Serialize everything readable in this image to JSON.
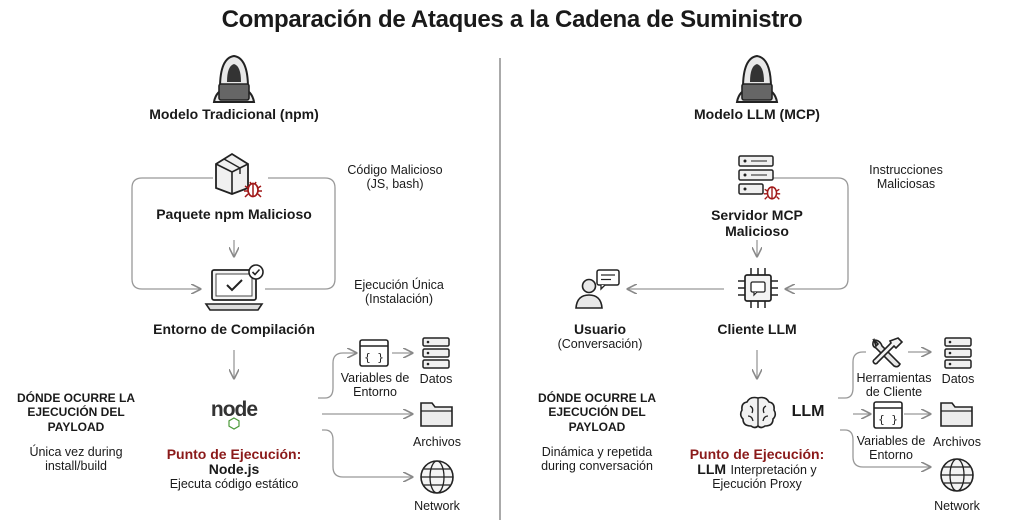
{
  "title": "Comparación de Ataques a la Cadena de Suministro",
  "left": {
    "heading": "Modelo Tradicional (npm)",
    "package_label": "Paquete npm Malicioso",
    "malicious_code": [
      "Código Malicioso",
      "(JS, bash)"
    ],
    "single_execution": [
      "Ejecución Única",
      "(Instalación)"
    ],
    "build_env_label": "Entorno de Compilación",
    "where_title": [
      "DÓNDE OCURRE LA",
      "EJECUCIÓN DEL",
      "PAYLOAD"
    ],
    "where_desc": [
      "Única vez during",
      "install/build"
    ],
    "logo_text": "node",
    "exec_point_label": "Punto de Ejecución:",
    "exec_point_value": "Node.js",
    "exec_point_desc": "Ejecuta código estático",
    "env_vars": [
      "Variables de",
      "Entorno"
    ],
    "data_label": "Datos",
    "files_label": "Archivos",
    "network_label": "Network"
  },
  "right": {
    "heading": "Modelo LLM (MCP)",
    "server_label": [
      "Servidor MCP",
      "Malicioso"
    ],
    "malicious_instructions": [
      "Instrucciones",
      "Maliciosas"
    ],
    "user_label": "Usuario",
    "user_sub": "(Conversación)",
    "client_label": "Cliente LLM",
    "where_title": [
      "DÓNDE OCURRE LA",
      "EJECUCIÓN DEL",
      "PAYLOAD"
    ],
    "where_desc": [
      "Dinámica y repetida",
      "during conversación"
    ],
    "llm_label": "LLM",
    "exec_point_label": "Punto de Ejecución:",
    "exec_point_value": "LLM",
    "exec_point_desc1": "Interpretación y",
    "exec_point_desc2": "Ejecución Proxy",
    "tools_label": [
      "Herramientas",
      "de Cliente"
    ],
    "data_label": "Datos",
    "env_vars": [
      "Variables de",
      "Entorno"
    ],
    "files_label": "Archivos",
    "network_label": "Network"
  }
}
